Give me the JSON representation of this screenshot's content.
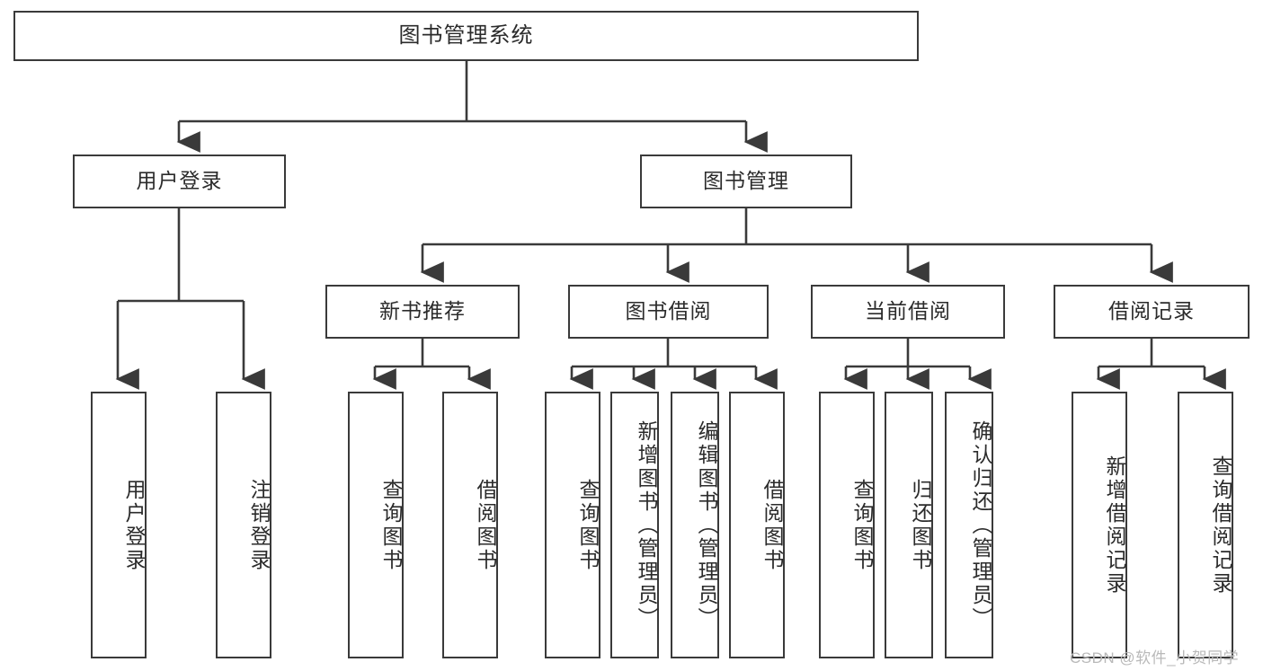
{
  "diagram": {
    "title": "图书管理系统",
    "type": "tree-hierarchy-diagram",
    "root": {
      "label": "图书管理系统"
    },
    "level2": [
      {
        "label": "用户登录"
      },
      {
        "label": "图书管理"
      }
    ],
    "level3": [
      {
        "label": "新书推荐"
      },
      {
        "label": "图书借阅"
      },
      {
        "label": "当前借阅"
      },
      {
        "label": "借阅记录"
      }
    ],
    "leaves": {
      "user_login": [
        {
          "label": "用户登录"
        },
        {
          "label": "注销登录"
        }
      ],
      "new_book_recommend": [
        {
          "label": "查询图书"
        },
        {
          "label": "借阅图书"
        }
      ],
      "book_borrow": [
        {
          "label": "查询图书"
        },
        {
          "label": "新增图书（管理员）"
        },
        {
          "label": "编辑图书（管理员）"
        },
        {
          "label": "借阅图书"
        }
      ],
      "current_borrow": [
        {
          "label": "查询图书"
        },
        {
          "label": "归还图书"
        },
        {
          "label": "确认归还（管理员）"
        }
      ],
      "borrow_record": [
        {
          "label": "新增借阅记录"
        },
        {
          "label": "查询借阅记录"
        }
      ]
    }
  },
  "watermark": {
    "text": "CSDN @软件_小贺同学"
  },
  "colors": {
    "border": "#3a3a3a",
    "text": "#2b2b2b",
    "background": "#ffffff",
    "watermark": "#b9b9b9"
  }
}
